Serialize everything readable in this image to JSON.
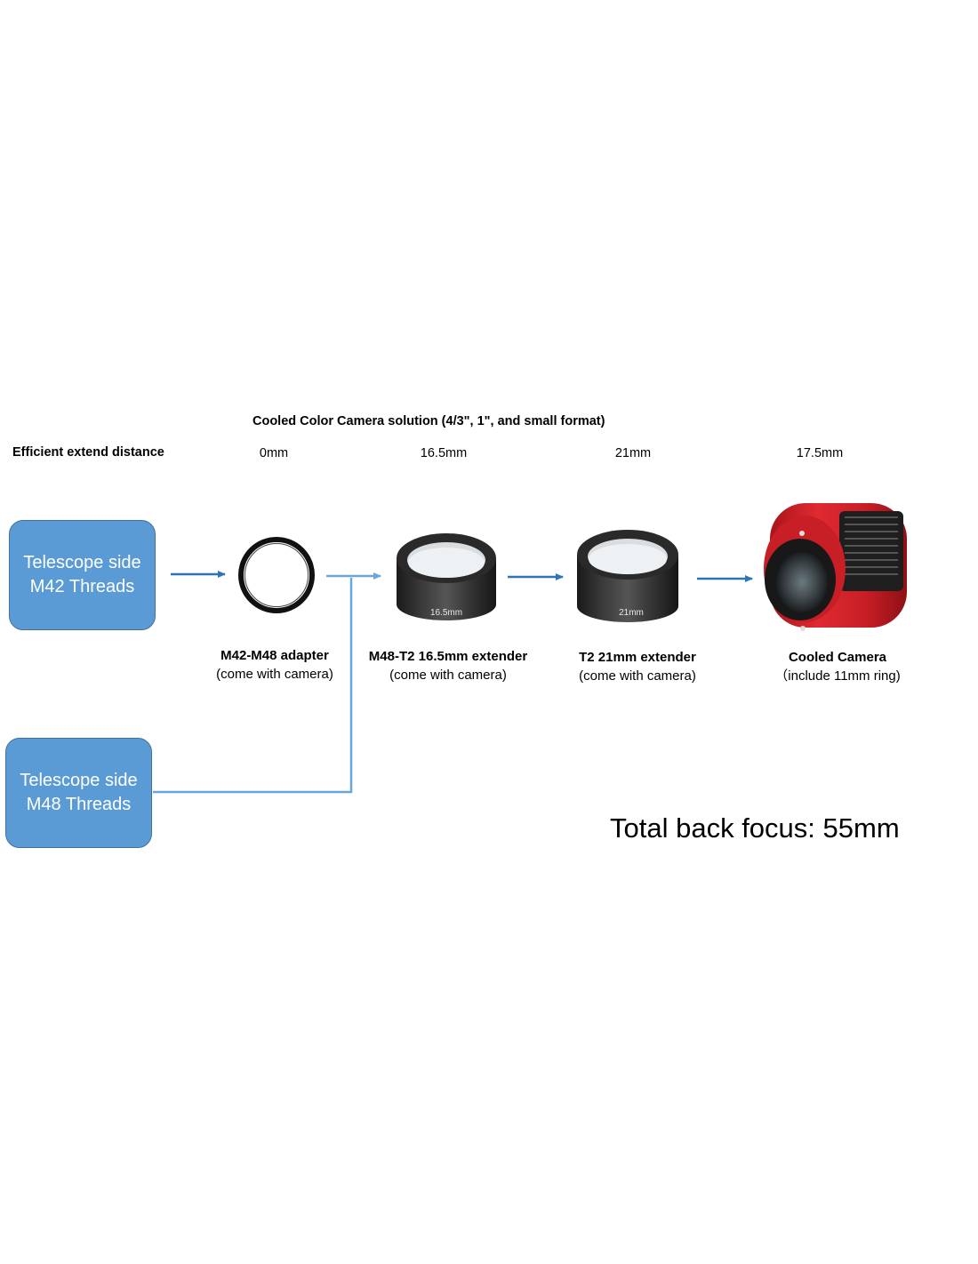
{
  "title": "Cooled Color Camera solution (4/3\", 1\", and small format)",
  "distance_label": "Efficient extend distance",
  "distances": [
    "0mm",
    "16.5mm",
    "21mm",
    "17.5mm"
  ],
  "boxes": {
    "m42": {
      "line1": "Telescope side",
      "line2": "M42 Threads"
    },
    "m48": {
      "line1": "Telescope side",
      "line2": "M48 Threads"
    }
  },
  "parts": [
    {
      "name": "M42-M48 adapter",
      "note": "(come with camera)"
    },
    {
      "name": "M48-T2 16.5mm extender",
      "note": "(come with camera)",
      "engraving": "16.5mm"
    },
    {
      "name": "T2 21mm extender",
      "note": "(come with camera)",
      "engraving": "21mm"
    },
    {
      "name": "Cooled Camera",
      "note": "（include 11mm ring)"
    }
  ],
  "total": "Total back focus: 55mm",
  "colors": {
    "box_fill": "#5b9bd5",
    "arrow": "#2e75b6",
    "camera_red": "#d8232a"
  }
}
